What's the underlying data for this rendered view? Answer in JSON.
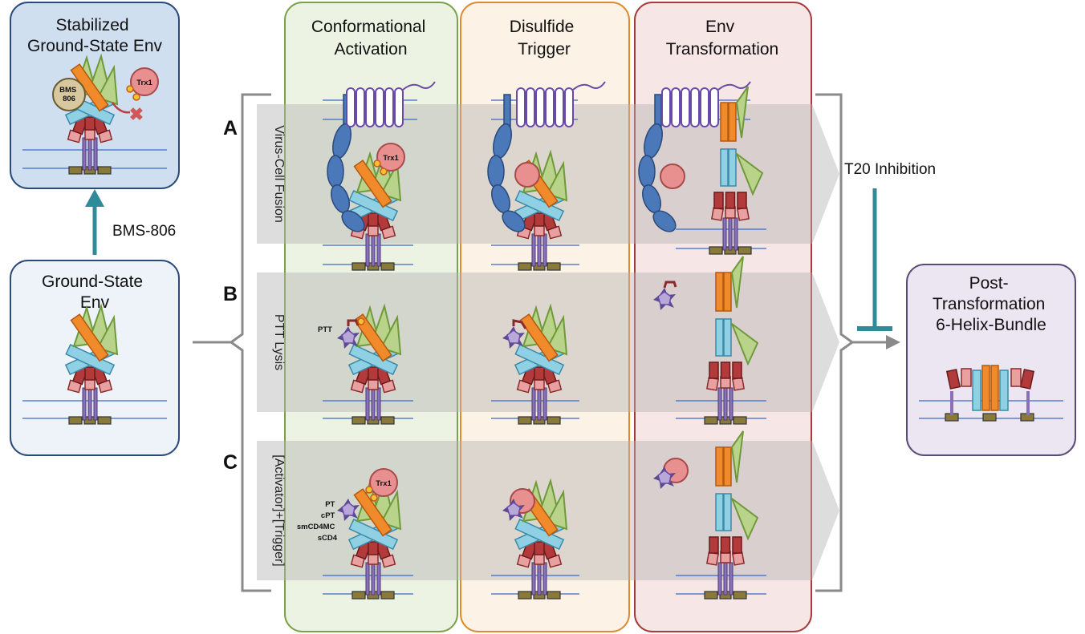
{
  "panels": {
    "stabilized": "Stabilized|Ground-State Env",
    "ground_state": "Ground-State|Env",
    "conformational": "Conformational|Activation",
    "disulfide": "Disulfide|Trigger",
    "transformation": "Env|Transformation",
    "post": "Post-|Transformation|6-Helix-Bundle"
  },
  "rows": [
    {
      "letter": "A",
      "label": "Virus-Cell Fusion"
    },
    {
      "letter": "B",
      "label": "PTT Lysis"
    },
    {
      "letter": "C",
      "label": "[Activator]+[Trigger]"
    }
  ],
  "arrows": {
    "bms": "BMS-806",
    "t20": "T20 Inhibition"
  },
  "molecule_labels": {
    "trx1": "Trx1",
    "bms_ball": "BMS|806",
    "ptt": "PTT",
    "activators": [
      "PT",
      "cPT",
      "smCD4MC",
      "sCD4"
    ]
  },
  "colors": {
    "gp120": "#b9d48a",
    "gp41_orange": "#f08a2a",
    "gp41_blue": "#8fd0e4",
    "gp41_red": "#b33a3a",
    "gp41_pink": "#e8a0a0",
    "cd4": "#4a78b8",
    "receptor": "#8a70b8",
    "trx1": "#e89090",
    "membrane": "#3a6ac8",
    "anchor": "#8a7a3a",
    "t20": "#2f8b9a"
  }
}
